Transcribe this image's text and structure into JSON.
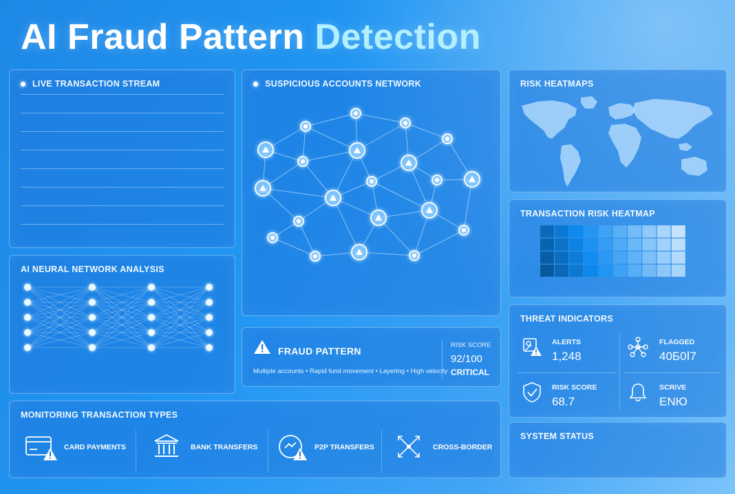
{
  "title": {
    "main": "AI Fraud Pattern",
    "accent": "Detection"
  },
  "live_stream": {
    "title": "LIVE  TRANSACTION STREAM"
  },
  "neural": {
    "title": "AI NEURAL NETWORK ANALYSIS"
  },
  "network": {
    "title": "SUSPICIOUS ACCOUNTS NETWORK"
  },
  "fraud_pattern": {
    "title": "FRAUD PATTERN",
    "description": "Multiple accounts • Rapid fund movement • Layering • High velocity",
    "risk_label": "RISK SCORE",
    "risk_value": "92/100",
    "risk_level": "CRITICAL"
  },
  "risk_heatmaps": {
    "title": "RISK HEATMAPS"
  },
  "transaction_heatmap": {
    "title": "TRANSACTION RISK HEATMAP"
  },
  "threat_indicators": {
    "title": "THREAT INDICATORS",
    "items": [
      {
        "label": "ALERTS",
        "value": "1,248",
        "icon": "alert-icon"
      },
      {
        "label": "FLAGGED",
        "value": "40Б0Ⅰ7",
        "icon": "network-nodes-icon"
      },
      {
        "label": "RISK SCORE",
        "value": "68.7",
        "icon": "shield-check-icon"
      },
      {
        "label": "SCRIVE",
        "value": "ENЮ",
        "icon": "bell-icon"
      }
    ]
  },
  "system_status": {
    "title": "SYSTEM STATUS"
  },
  "transaction_types": {
    "title": "MONITORING TRANSACTION TYPES",
    "items": [
      {
        "label": "CARD PAYMENTS",
        "icon": "card-alert-icon"
      },
      {
        "label": "BANK TRANSFERS",
        "icon": "bank-icon"
      },
      {
        "label": "P2P TRANSFERS",
        "icon": "p2p-alert-icon"
      },
      {
        "label": "CROSS-BORDER",
        "icon": "cross-border-icon"
      }
    ]
  },
  "colors": {
    "accent": "#b3f0ff",
    "panel": "#1e78dc",
    "heat_low": "#e3f4ff",
    "heat_high": "#1565c0"
  }
}
